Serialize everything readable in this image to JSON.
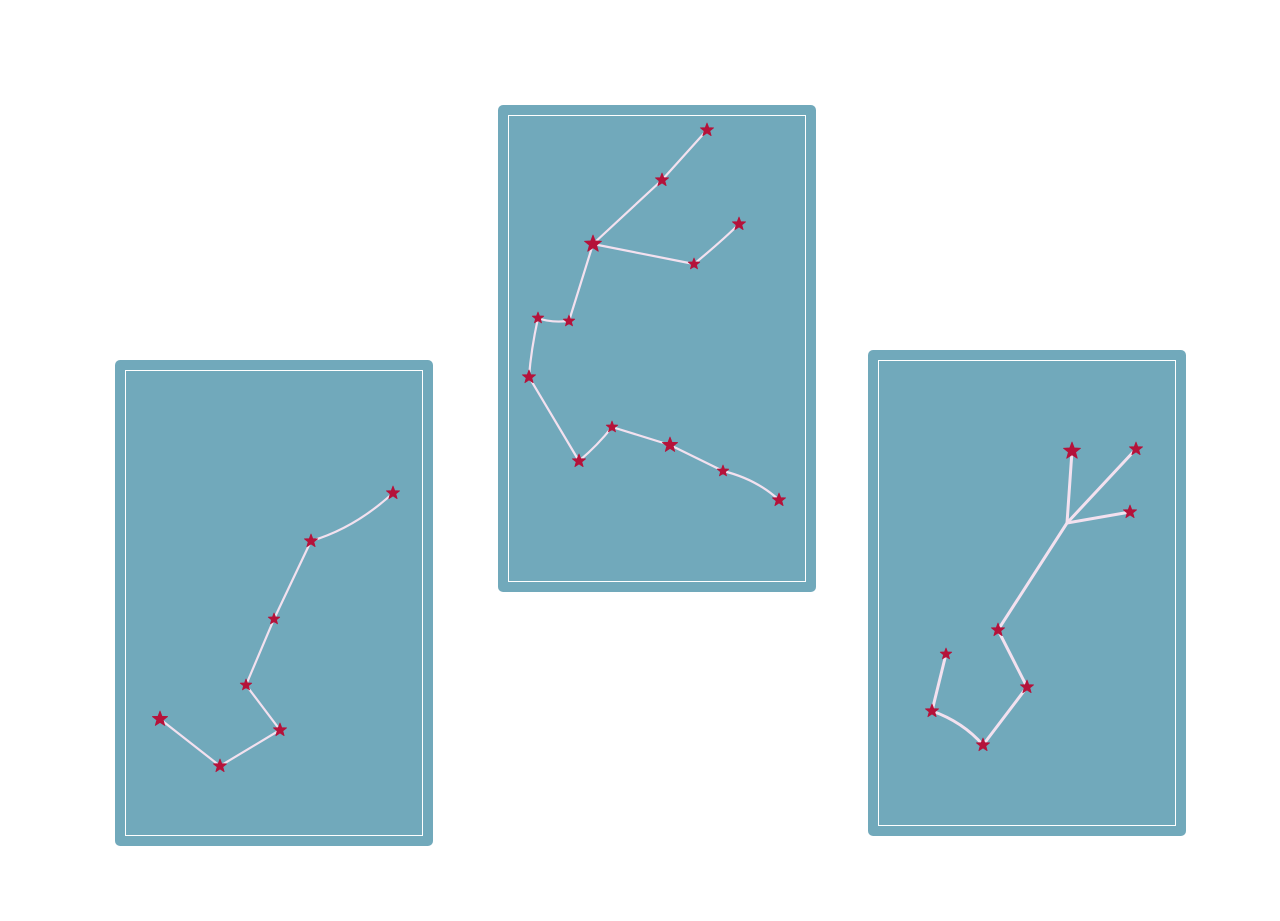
{
  "colors": {
    "card_background": "#71a9bb",
    "line": "#f3e1ef",
    "star": "#b5123a",
    "inner_border": "#ffffff"
  },
  "icons": {
    "star": "star-icon"
  },
  "cards": [
    {
      "id": "card-left",
      "constellation_label": ""
    },
    {
      "id": "card-mid",
      "constellation_label": ""
    },
    {
      "id": "card-right",
      "constellation_label": ""
    }
  ]
}
